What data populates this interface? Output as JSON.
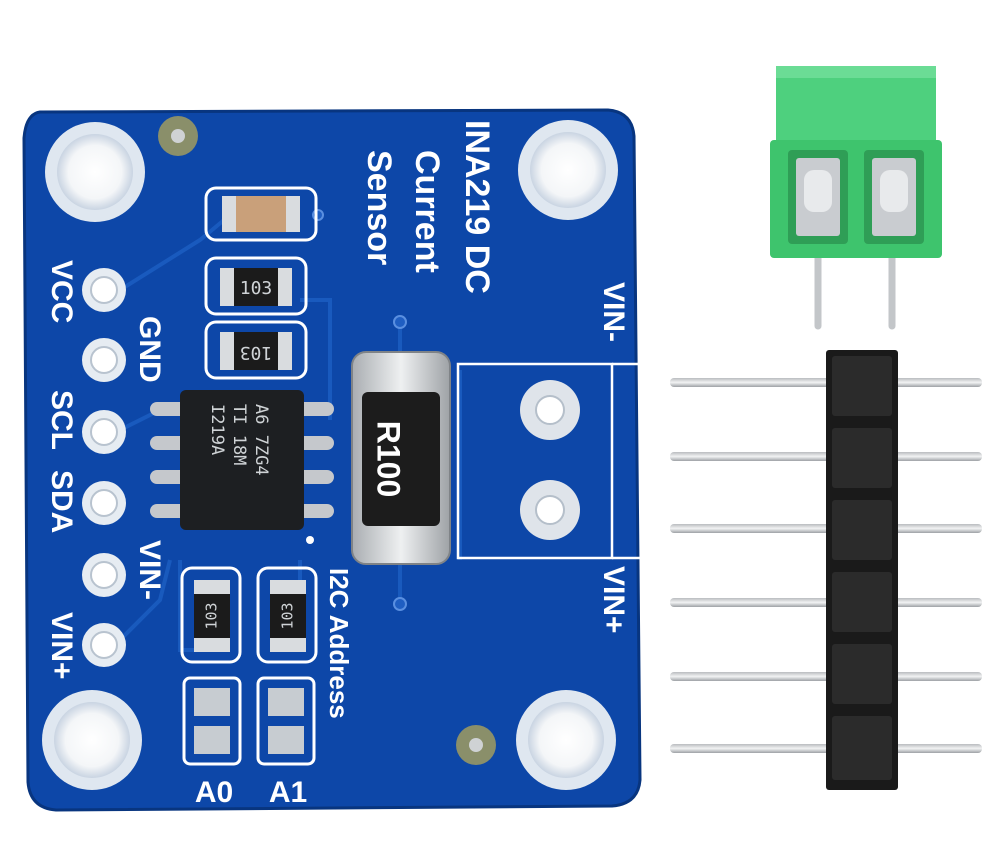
{
  "board": {
    "title_line1": "INA219 DC",
    "title_line2": "Current",
    "title_line3": "Sensor",
    "pin_labels": [
      "VCC",
      "GND",
      "SCL",
      "SDA",
      "VIN-",
      "VIN+"
    ],
    "right_label_top": "VIN-",
    "right_label_bottom": "VIN+",
    "address_label": "I2C Address",
    "jumper_a0": "A0",
    "jumper_a1": "A1",
    "shunt_text": "R100",
    "resistor_top": "103",
    "resistor_mid": "103",
    "resistor_a0": "103",
    "resistor_a1": "103",
    "chip_line1": "I219A",
    "chip_line2": "TI 18M",
    "chip_line3": "A6 7ZG4",
    "pcb_color": "#0d47a8",
    "silk_color": "#ffffff"
  },
  "terminal_block": {
    "color": "#3ec46d"
  },
  "pin_header": {
    "pin_count": 6,
    "body_color": "#1a1a1a"
  }
}
